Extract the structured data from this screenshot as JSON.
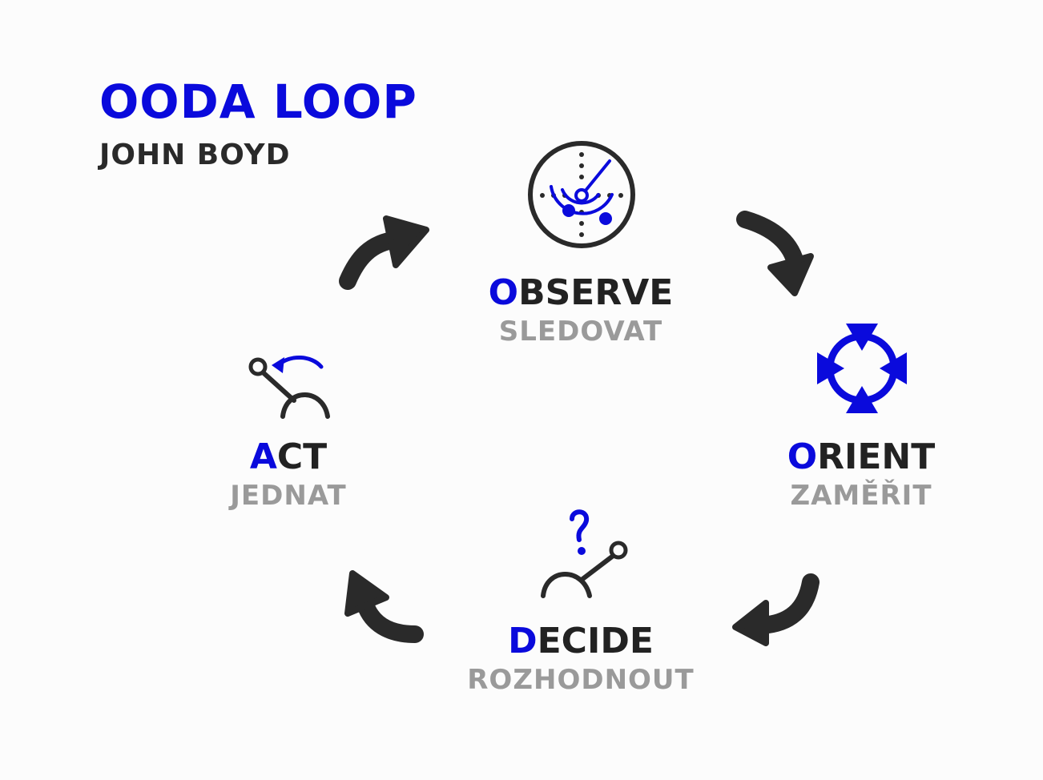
{
  "title": "OODA LOOP",
  "subtitle": "JOHN BOYD",
  "accent_color": "#0a0adc",
  "stages": {
    "observe": {
      "initial": "O",
      "rest": "BSERVE",
      "translation": "SLEDOVAT",
      "icon": "radar-icon"
    },
    "orient": {
      "initial": "O",
      "rest": "RIENT",
      "translation": "ZAMĚŘIT",
      "icon": "orient-arrows-icon"
    },
    "decide": {
      "initial": "D",
      "rest": "ECIDE",
      "translation": "ROZHODNOUT",
      "icon": "lever-question-icon"
    },
    "act": {
      "initial": "A",
      "rest": "CT",
      "translation": "JEDNAT",
      "icon": "lever-pull-icon"
    }
  }
}
